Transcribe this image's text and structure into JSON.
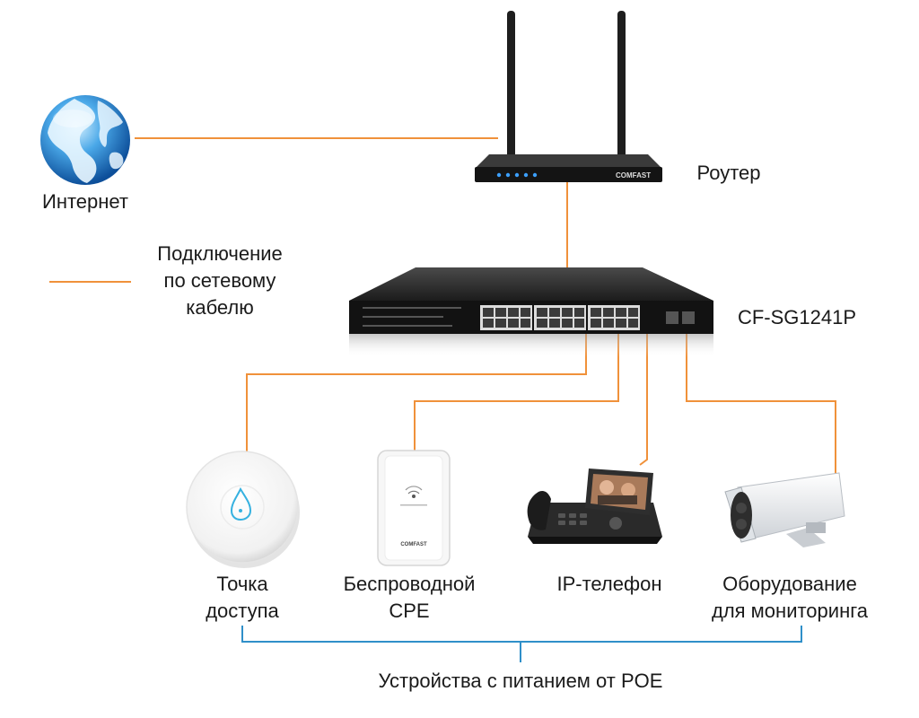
{
  "colors": {
    "cable": "#f0913a",
    "bracket": "#2f8fc9"
  },
  "nodes": {
    "internet": {
      "label": "Интернет",
      "icon": "globe-icon"
    },
    "router": {
      "label": "Роутер",
      "icon": "router-icon",
      "brand": "COMFAST"
    },
    "switch": {
      "label": "CF-SG1241P",
      "icon": "switch-icon"
    },
    "access_point": {
      "label_lines": [
        "Точка",
        "доступа"
      ],
      "icon": "ceiling-access-point-icon"
    },
    "cpe": {
      "label_lines": [
        "Беспроводной",
        "CPE"
      ],
      "icon": "wireless-cpe-icon",
      "brand": "COMFAST"
    },
    "phone": {
      "label": "IP-телефон",
      "icon": "ip-phone-icon"
    },
    "camera": {
      "label_lines": [
        "Оборудование",
        "для мониторинга"
      ],
      "icon": "surveillance-camera-icon"
    }
  },
  "legend": {
    "label_lines": [
      "Подключение",
      "по сетевому",
      "кабелю"
    ]
  },
  "group": {
    "label": "Устройства с питанием от POE"
  }
}
